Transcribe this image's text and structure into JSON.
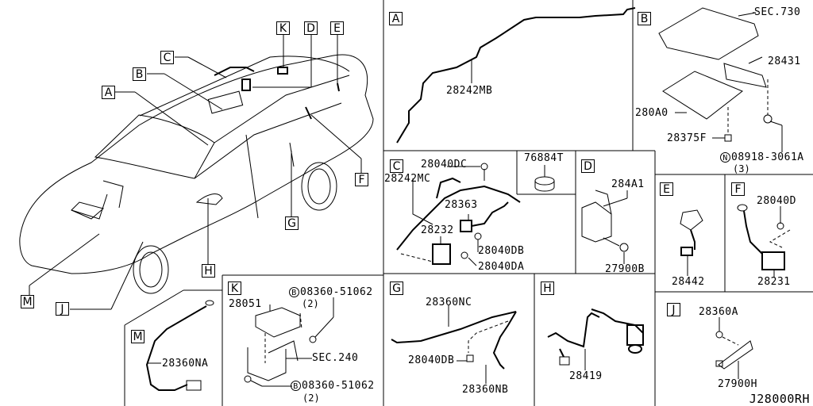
{
  "diagram": {
    "title_code": "J28000RH",
    "overview_callouts": [
      "A",
      "B",
      "C",
      "D",
      "E",
      "F",
      "G",
      "H",
      "J",
      "K",
      "M"
    ],
    "panels": {
      "A": {
        "label": "A",
        "parts": [
          "28242MB"
        ]
      },
      "B": {
        "label": "B",
        "parts": [
          "SEC.730",
          "28431",
          "280A0",
          "28375F",
          "08918-3061A"
        ],
        "fastener_prefix": "N",
        "fastener_qty": "(3)"
      },
      "C": {
        "label": "C",
        "parts": [
          "28040DC",
          "28242MC",
          "28363",
          "28232",
          "28040DB",
          "28040DA"
        ]
      },
      "C_extra": {
        "parts": [
          "76884T"
        ]
      },
      "D": {
        "label": "D",
        "parts": [
          "284A1",
          "27900B"
        ]
      },
      "E": {
        "label": "E",
        "parts": [
          "28442"
        ]
      },
      "F": {
        "label": "F",
        "parts": [
          "28040D",
          "28231"
        ]
      },
      "G": {
        "label": "G",
        "parts": [
          "28360NC",
          "28040DB",
          "28360NB"
        ]
      },
      "H": {
        "label": "H",
        "parts": [
          "28419"
        ]
      },
      "J": {
        "label": "J",
        "parts": [
          "28360A",
          "27900H"
        ]
      },
      "K": {
        "label": "K",
        "parts": [
          "28051",
          "08360-51062",
          "SEC.240",
          "08360-51062"
        ],
        "fastener_prefix": "B",
        "fastener_qty_1": "(2)",
        "fastener_qty_2": "(2)"
      },
      "M": {
        "label": "M",
        "parts": [
          "28360NA"
        ]
      }
    }
  }
}
